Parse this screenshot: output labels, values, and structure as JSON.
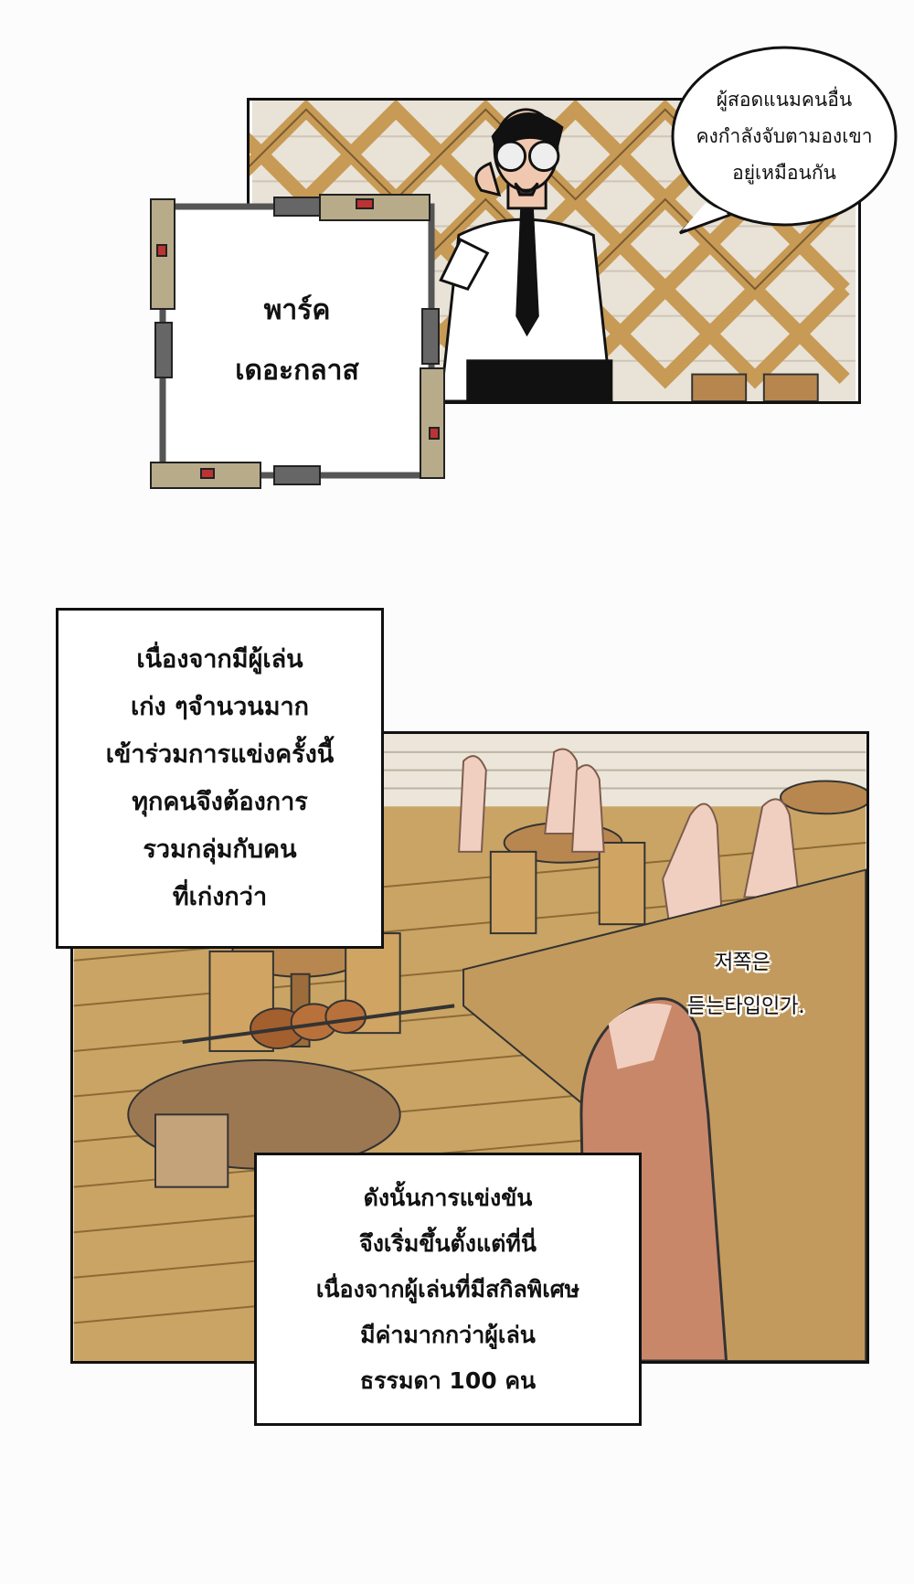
{
  "top_panel": {
    "speech_bubble": {
      "lines": [
        "ผู้สอดแนมคนอื่น",
        "คงกำลังจับตามองเขา",
        "อยู่เหมือนกัน"
      ]
    },
    "name_caption": {
      "lines": [
        "พาร์ค",
        "เดอะกลาส"
      ]
    }
  },
  "bottom_panel": {
    "narration_1": {
      "lines": [
        "เนื่องจากมีผู้เล่น",
        "เก่ง ๆจำนวนมาก",
        "เข้าร่วมการแข่งครั้งนี้",
        "ทุกคนจึงต้องการ",
        "รวมกลุ่มกับคน",
        "ที่เก่งกว่า"
      ]
    },
    "sfx_korean": {
      "lines": [
        "저쪽은",
        "듣는타입인가."
      ]
    },
    "narration_2": {
      "lines": [
        "ดังนั้นการแข่งขัน",
        "จึงเริ่มขึ้นตั้งแต่ที่นี่",
        "เนื่องจากผู้เล่นที่มีสกิลพิเศษ",
        "มีค่ามากกว่าผู้เล่น",
        "ธรรมดา 100 คน"
      ]
    }
  },
  "colors": {
    "wall": "#e9e2d6",
    "lattice": "#c79a55",
    "floor": "#c9a465",
    "figure": "#f1cfc0",
    "ink": "#111111"
  }
}
